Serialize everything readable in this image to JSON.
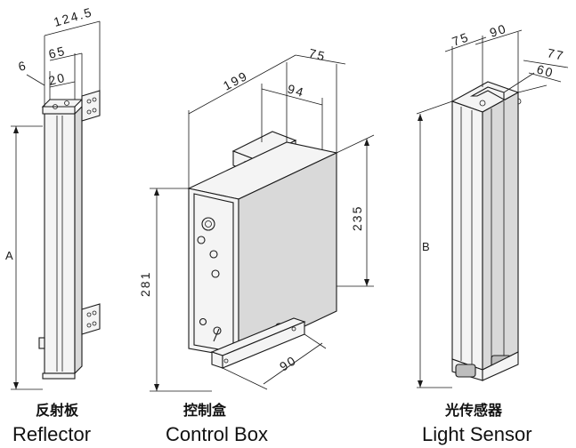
{
  "reflector": {
    "label_cn": "反射板",
    "label_en": "Reflector",
    "dims": {
      "d1": "124.5",
      "d2": "65",
      "d3": "6",
      "d4": "20",
      "height": "A"
    }
  },
  "control_box": {
    "label_cn": "控制盒",
    "label_en": "Control Box",
    "dims": {
      "width": "199",
      "depth": "75",
      "inner": "94",
      "height_front": "281",
      "height_back": "235",
      "base": "90"
    }
  },
  "light_sensor": {
    "label_cn": "光传感器",
    "label_en": "Light Sensor",
    "dims": {
      "d1": "75",
      "d2": "90",
      "d3": "77",
      "d4": "60",
      "height": "B"
    }
  }
}
